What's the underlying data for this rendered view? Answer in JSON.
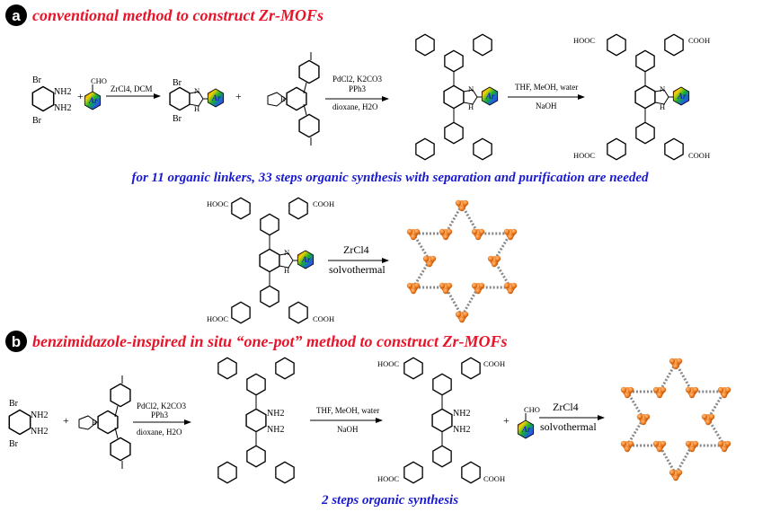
{
  "panels": {
    "a": {
      "letter": "a",
      "title": "conventional method to construct Zr-MOFs",
      "note": "for 11 organic linkers, 33 steps organic synthesis with separation and purification are needed",
      "step1": {
        "reagents": "ZrCl4, DCM"
      },
      "step2": {
        "line1": "PdCl2, K2CO3",
        "line2": "PPh3",
        "line3": "dioxane, H2O"
      },
      "step3": {
        "line1": "THF, MeOH, water",
        "line2": "NaOH"
      },
      "step4": {
        "line1": "ZrCl4",
        "line2": "solvothermal"
      }
    },
    "b": {
      "letter": "b",
      "title": "benzimidazole-inspired in situ “one-pot” method to construct Zr-MOFs",
      "note": "2 steps organic synthesis",
      "step1": {
        "line1": "PdCl2, K2CO3",
        "line2": "PPh3",
        "line3": "dioxane, H2O"
      },
      "step2": {
        "line1": "THF, MeOH, water",
        "line2": "NaOH"
      },
      "step3": {
        "line1": "ZrCl4",
        "line2": "solvothermal"
      }
    }
  },
  "labels": {
    "br": "Br",
    "nh2": "NH2",
    "cho": "CHO",
    "cooh": "COOH",
    "hooc": "HOOC",
    "ar": "Ar",
    "n": "N",
    "h": "H",
    "b": "B",
    "plus": "+"
  },
  "colors": {
    "title": "#e8142a",
    "note": "#1a1ad0",
    "mof_node": "#f07a1e"
  }
}
